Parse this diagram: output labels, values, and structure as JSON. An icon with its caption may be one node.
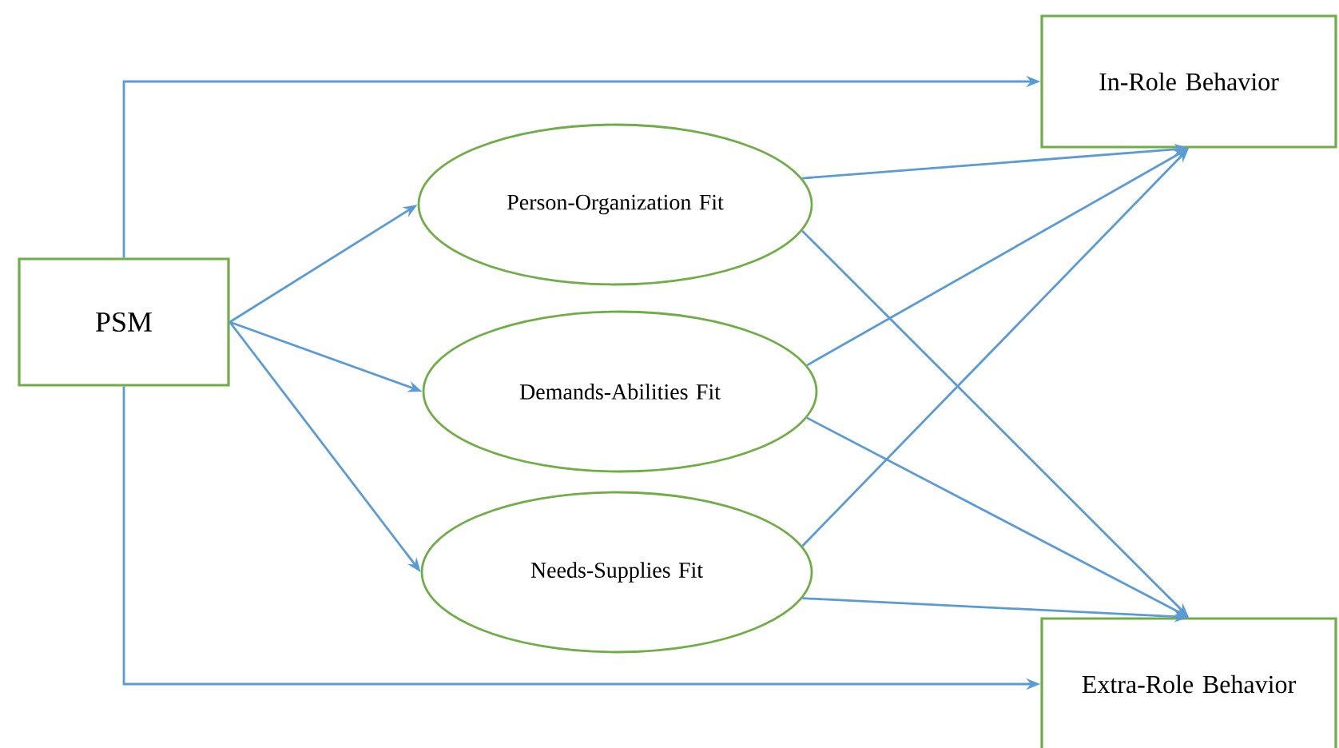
{
  "diagram": {
    "nodes": [
      {
        "text": [
          "PSM"
        ]
      },
      {
        "text": [
          "Person-Organization Fit"
        ]
      },
      {
        "text": [
          "Demands-Abilities Fit"
        ]
      },
      {
        "text": [
          "Needs-Supplies Fit"
        ]
      },
      {
        "text": [
          "In-Role Behavior"
        ]
      },
      {
        "text": [
          "Extra-Role Behavior"
        ]
      }
    ],
    "edges": [
      {
        "from": 0,
        "to": 4,
        "arrow": "to"
      },
      {
        "from": 0,
        "to": 5,
        "arrow": "to"
      },
      {
        "from": 0,
        "to": 1,
        "arrow": "to"
      },
      {
        "from": 0,
        "to": 2,
        "arrow": "to"
      },
      {
        "from": 0,
        "to": 3,
        "arrow": "to"
      },
      {
        "from": 1,
        "to": 4,
        "arrow": "to"
      },
      {
        "from": 1,
        "to": 5,
        "arrow": "to"
      },
      {
        "from": 2,
        "to": 4,
        "arrow": "to"
      },
      {
        "from": 2,
        "to": 5,
        "arrow": "to"
      },
      {
        "from": 3,
        "to": 4,
        "arrow": "to"
      },
      {
        "from": 3,
        "to": 5,
        "arrow": "to"
      }
    ]
  }
}
